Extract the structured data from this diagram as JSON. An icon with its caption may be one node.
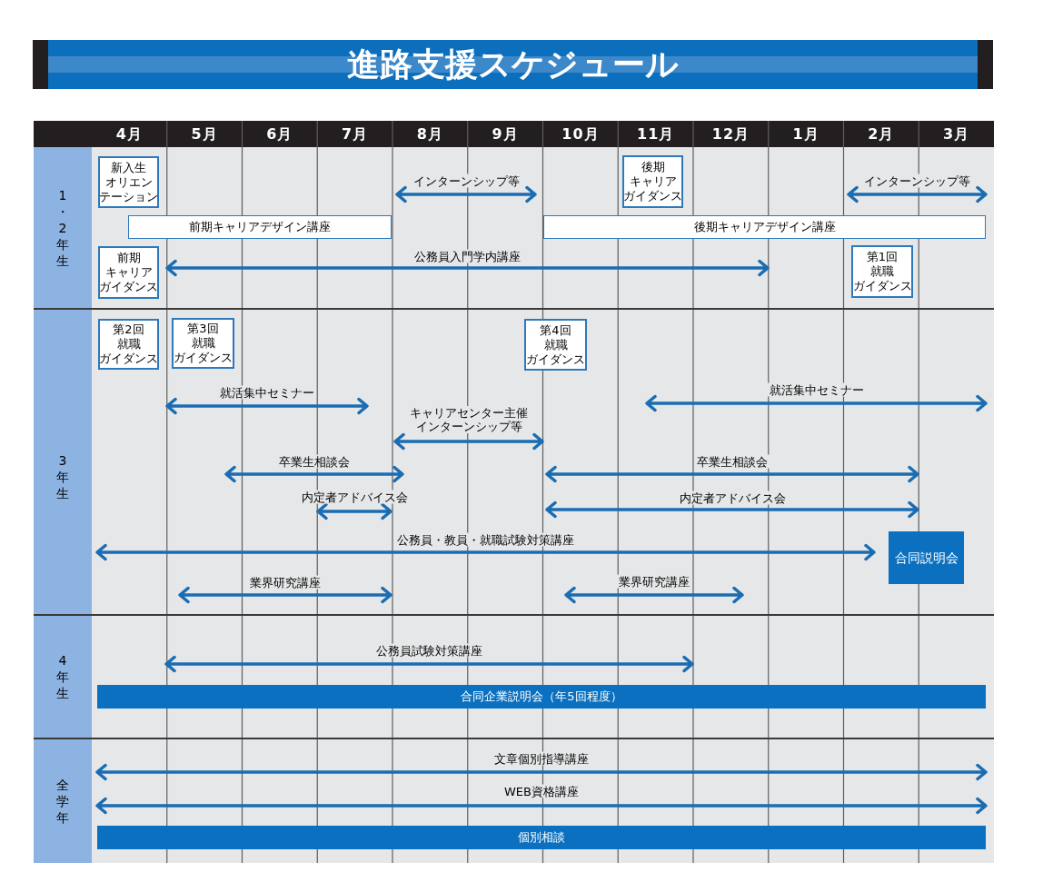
{
  "diagram": {
    "title": "進路支援スケジュール",
    "nodes": [
      {
        "text": [
          "新入生オリエンテーション"
        ]
      },
      {
        "text": [
          "後期キャリアガイダンス"
        ]
      },
      {
        "text": [
          "前期キャリアデザイン講座"
        ]
      },
      {
        "text": [
          "後期キャリアデザイン講座"
        ]
      },
      {
        "text": [
          "前期キャリアガイダンス"
        ]
      },
      {
        "text": [
          "第1回就職ガイダンス"
        ]
      },
      {
        "text": [
          "第2回就職ガイダンス"
        ]
      },
      {
        "text": [
          "第3回就職ガイダンス"
        ]
      },
      {
        "text": [
          "第4回就職ガイダンス"
        ]
      },
      {
        "text": [
          "合同説明会"
        ]
      },
      {
        "text": [
          "合同企業説明会（年5回程度）"
        ]
      },
      {
        "text": [
          "個別相談"
        ]
      }
    ],
    "labels": [
      "4月",
      "5月",
      "6月",
      "7月",
      "8月",
      "9月",
      "10月",
      "11月",
      "12月",
      "1月",
      "2月",
      "3月",
      "1・2年生",
      "インターンシップ等",
      "インターンシップ等",
      "公務員入門学内講座",
      "3年生",
      "就活集中セミナー",
      "就活集中セミナー",
      "キャリアセンター主催インターンシップ等",
      "卒業生相談会",
      "卒業生相談会",
      "内定者アドバイス会",
      "内定者アドバイス会",
      "公務員・教員・就職試験対策講座",
      "業界研究講座",
      "業界研究講座",
      "4年生",
      "公務員試験対策講座",
      "全学年",
      "文章個別指導講座",
      "WEB資格講座"
    ]
  }
}
